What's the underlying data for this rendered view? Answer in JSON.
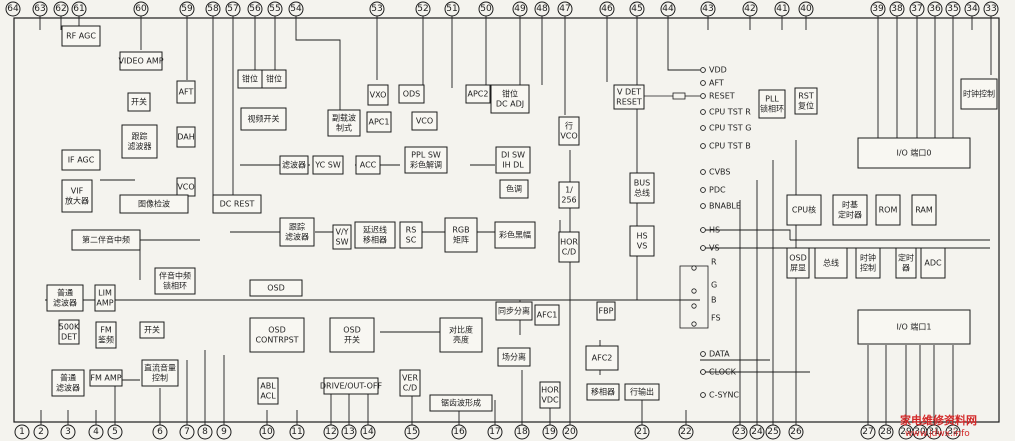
{
  "top_pins": [
    "64",
    "63",
    "62",
    "61",
    "60",
    "59",
    "58",
    "57",
    "56",
    "55",
    "54",
    "53",
    "52",
    "51",
    "50",
    "49",
    "48",
    "47",
    "46",
    "45",
    "44",
    "43",
    "42",
    "41",
    "40",
    "39",
    "38",
    "37",
    "36",
    "35",
    "34",
    "33"
  ],
  "bottom_pins": [
    "1",
    "2",
    "3",
    "4",
    "5",
    "6",
    "7",
    "8",
    "9",
    "10",
    "11",
    "12",
    "13",
    "14",
    "15",
    "16",
    "17",
    "18",
    "19",
    "20",
    "21",
    "22",
    "23",
    "24",
    "25",
    "26",
    "27",
    "28",
    "29",
    "30",
    "31",
    "32"
  ],
  "blocks": {
    "rf_agc": "RF AGC",
    "video_amp": "VIDEO AMP",
    "switch_top": "开关",
    "track_filter_a": "跟踪",
    "track_filter_b": "滤波器",
    "aft": "AFT",
    "dah": "DAH",
    "vco_left": "VCO",
    "if_agc": "IF AGC",
    "vif_a": "VIF",
    "vif_b": "放大器",
    "image_detect": "图像检波",
    "second_sound_if": "第二伴音中频",
    "clamp1": "钳位",
    "clamp2": "钳位",
    "video_switch": "视频开关",
    "vxo": "VXO",
    "ods": "ODS",
    "apc2": "APC2",
    "apc1": "APC1",
    "vco_mid": "VCO",
    "subcarrier_a": "副载波",
    "subcarrier_b": "制式",
    "clamp_dc_a": "钳位",
    "clamp_dc_b": "DC ADJ",
    "h_vco_a": "行",
    "h_vco_b": "VCO",
    "div_a": "1/",
    "div_b": "256",
    "filter_yc": "滤波器",
    "yc_sw": "YC SW",
    "acc": "ACC",
    "ppl_sw_a": "PPL SW",
    "ppl_sw_b": "彩色解调",
    "di_sw_a": "DI SW",
    "di_sw_b": "IH DL",
    "hue": "色调",
    "dc_rest": "DC REST",
    "track2_a": "跟踪",
    "track2_b": "滤波器",
    "vy_sw_a": "V/Y",
    "vy_sw_b": "SW",
    "delay_a": "延迟线",
    "delay_b": "移相器",
    "rs_sc_a": "RS",
    "rs_sc_b": "SC",
    "rgb_a": "RGB",
    "rgb_b": "矩阵",
    "color_diff": "彩色黑幅",
    "hor_cd_a": "HOR",
    "hor_cd_b": "C/D",
    "v_det_a": "V DET",
    "v_det_b": "RESET",
    "pll_a": "PLL",
    "pll_b": "锁相环",
    "rst_a": "RST",
    "rst_b": "复位",
    "clock_ctrl": "时钟控制",
    "io0": "I/O 端口0",
    "bus": "BUS\n总线",
    "bus_a": "BUS",
    "bus_b": "总线",
    "hs_vs_a": "HS",
    "hs_vs_b": "VS",
    "cpu_core": "CPU核",
    "timer_a": "时基",
    "timer_b": "定时器",
    "rom": "ROM",
    "ram": "RAM",
    "osd_screen_a": "OSD",
    "osd_screen_b": "屏显",
    "bus_mid": "总线",
    "clk_ctrl_a": "时钟",
    "clk_ctrl_b": "控制",
    "timer2_a": "定时",
    "timer2_b": "器",
    "adc": "ADC",
    "io1": "I/O 端口1",
    "normal_filter1_a": "普通",
    "normal_filter1_b": "滤波器",
    "lim_amp_a": "LIM",
    "lim_amp_b": "AMP",
    "sound_if_a": "伴音中频",
    "sound_if_b": "锁相环",
    "det_500k_a": "500K",
    "det_500k_b": "DET",
    "fm_detect_a": "FM",
    "fm_detect_b": "鉴频",
    "switch_audio": "开关",
    "dc_vol_a": "直流音量",
    "dc_vol_b": "控制",
    "normal_filter2_a": "普通",
    "normal_filter2_b": "滤波器",
    "fm_amp": "FM AMP",
    "osd": "OSD",
    "osd_contrast_a": "OSD",
    "osd_contrast_b": "CONTRPST",
    "osd_switch_a": "OSD",
    "osd_switch_b": "开关",
    "contrast_a": "对比度",
    "contrast_b": "亮度",
    "abl_a": "ABL",
    "abl_b": "ACL",
    "drive": "DRIVE/OUT-OFF",
    "ver_cd_a": "VER",
    "ver_cd_b": "C/D",
    "sawtooth": "锯齿波形成",
    "sync_sep": "同步分离",
    "v_sep": "场分离",
    "afc1": "AFC1",
    "fbp": "FBP",
    "afc2": "AFC2",
    "hor_vdc_a": "HOR",
    "hor_vdc_b": "VDC",
    "phase_shift": "移相器",
    "h_out": "行输出"
  },
  "signals": {
    "vdd": "VDD",
    "aft": "AFT",
    "reset": "RESET",
    "cpu_tst_r": "CPU TST R",
    "cpu_tst_g": "CPU TST G",
    "cpu_tst_b": "CPU TST B",
    "cvbs": "CVBS",
    "pdc": "PDC",
    "bnable": "BNABLE",
    "hs": "HS",
    "vs": "VS",
    "r": "R",
    "g": "G",
    "b": "B",
    "fs": "FS",
    "data": "DATA",
    "clock": "CLOCK",
    "csync": "C-SYNC"
  },
  "watermark": {
    "line1": "家电维修资料网",
    "line2": "www.jdwx.info"
  },
  "colors": {
    "line": "#1c1c1c",
    "background": "#f4f3ee",
    "watermark": "#d32a2a"
  }
}
